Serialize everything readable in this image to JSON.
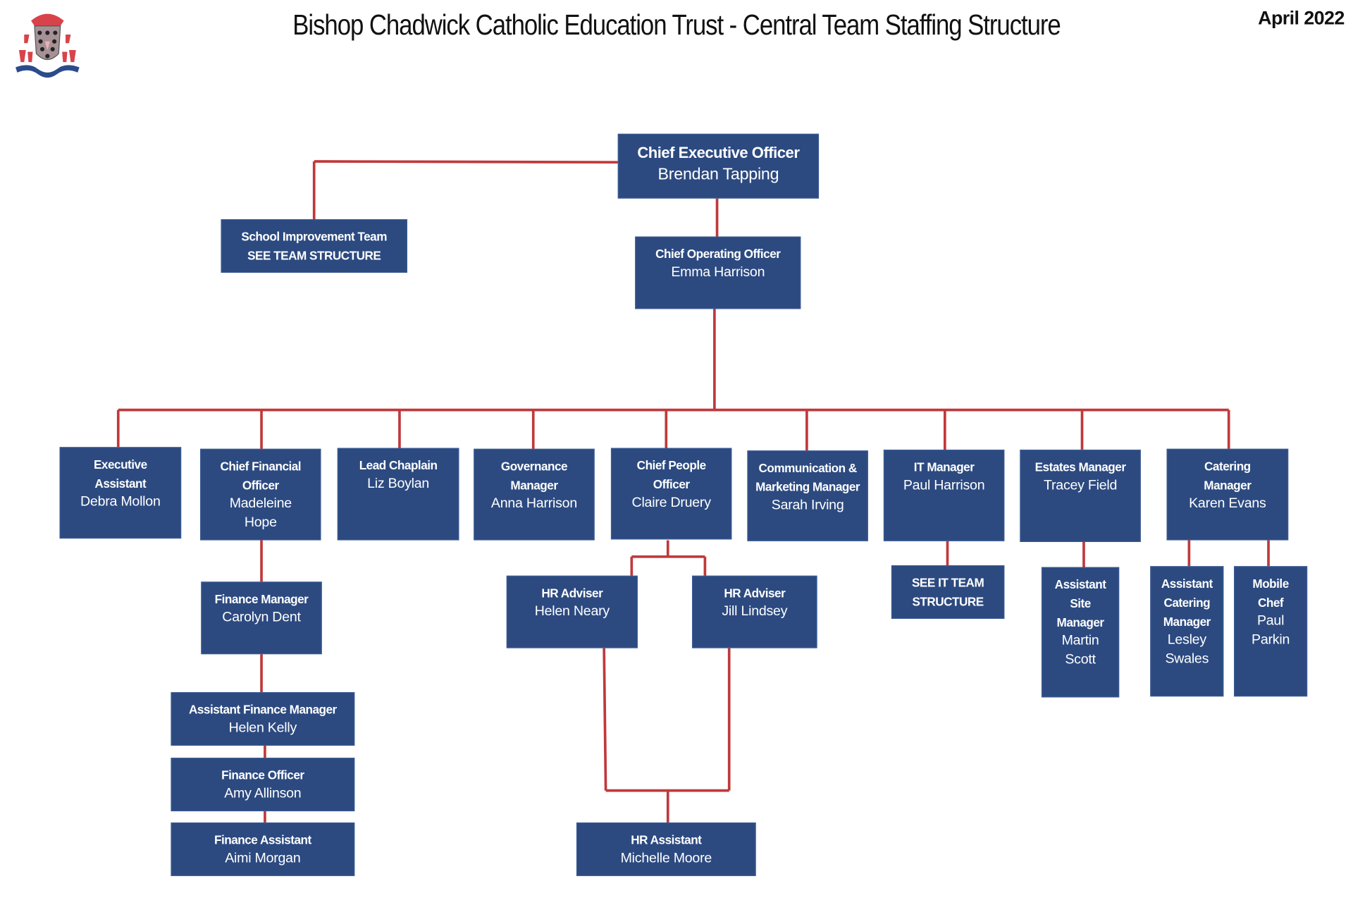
{
  "header": {
    "title": "Bishop Chadwick Catholic Education Trust - Central Team Staffing Structure",
    "date": "April 2022",
    "logo": "trust-crest"
  },
  "colors": {
    "box": "#2c4a80",
    "line": "#c0393b"
  },
  "roles": [
    {
      "id": "ceo",
      "title": "Chief Executive Officer",
      "name": "Brendan Tapping"
    },
    {
      "id": "sit",
      "title": "School Improvement Team\nSEE TEAM STRUCTURE",
      "name": ""
    },
    {
      "id": "coo",
      "title": "Chief Operating Officer",
      "name": "Emma Harrison"
    },
    {
      "id": "ea",
      "title": "Executive\nAssistant",
      "name": "Debra Mollon"
    },
    {
      "id": "cfo",
      "title": "Chief Financial\nOfficer",
      "name": "Madeleine\nHope"
    },
    {
      "id": "chap",
      "title": "Lead Chaplain",
      "name": "Liz Boylan"
    },
    {
      "id": "gov",
      "title": "Governance\nManager",
      "name": "Anna Harrison"
    },
    {
      "id": "cpo",
      "title": "Chief People\nOfficer",
      "name": "Claire Druery"
    },
    {
      "id": "comm",
      "title": "Communication &\nMarketing Manager",
      "name": "Sarah Irving"
    },
    {
      "id": "it",
      "title": "IT Manager",
      "name": "Paul Harrison"
    },
    {
      "id": "est",
      "title": "Estates Manager",
      "name": "Tracey Field"
    },
    {
      "id": "cat",
      "title": "Catering\nManager",
      "name": "Karen Evans"
    },
    {
      "id": "fm",
      "title": "Finance Manager",
      "name": "Carolyn Dent"
    },
    {
      "id": "afm",
      "title": "Assistant Finance Manager",
      "name": "Helen Kelly"
    },
    {
      "id": "fo",
      "title": "Finance Officer",
      "name": "Amy Allinson"
    },
    {
      "id": "fa",
      "title": "Finance Assistant",
      "name": "Aimi Morgan"
    },
    {
      "id": "hr1",
      "title": "HR Adviser",
      "name": "Helen Neary"
    },
    {
      "id": "hr2",
      "title": "HR Adviser",
      "name": "Jill Lindsey"
    },
    {
      "id": "hra",
      "title": "HR Assistant",
      "name": "Michelle Moore"
    },
    {
      "id": "itt",
      "title": "SEE IT TEAM\nSTRUCTURE",
      "name": ""
    },
    {
      "id": "asm",
      "title": "Assistant\nSite\nManager",
      "name": "Martin\nScott"
    },
    {
      "id": "acm",
      "title": "Assistant\nCatering\nManager",
      "name": "Lesley\nSwales"
    },
    {
      "id": "mc",
      "title": "Mobile\nChef",
      "name": "Paul\nParkin"
    }
  ]
}
